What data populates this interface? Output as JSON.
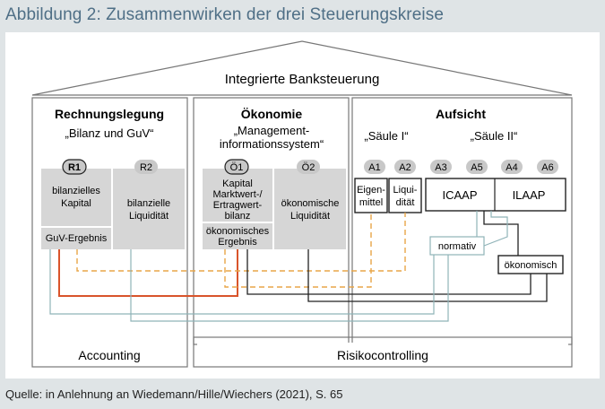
{
  "figure_title": "Abbildung 2: Zusammenwirken der drei Steuerungskreise",
  "source": "Quelle: in Anlehnung an Wiedemann/Hille/Wiechers (2021), S. 65",
  "roof_label": "Integrierte Banksteuerung",
  "pillars": {
    "accounting": {
      "title": "Rechnungslegung",
      "subtitle": "„Bilanz und GuV“",
      "footer": "Accounting",
      "r1": "R1",
      "r2": "R2",
      "r1_text": [
        "bilanzielles",
        "Kapital"
      ],
      "r1_bottom": "GuV-Ergebnis",
      "r2_text": [
        "bilanzielle",
        "Liquidität"
      ]
    },
    "economy": {
      "title": "Ökonomie",
      "subtitle": [
        "„Management-",
        "informationssystem“"
      ],
      "o1": "Ö1",
      "o2": "Ö2",
      "o1_text": [
        "Kapital",
        "Marktwert-/",
        "Ertragwert-",
        "bilanz"
      ],
      "o1_bottom": [
        "ökonomisches",
        "Ergebnis"
      ],
      "o2_text": [
        "ökonomische",
        "Liquidität"
      ]
    },
    "supervision": {
      "title": "Aufsicht",
      "pillar1": "„Säule I“",
      "pillar2": "„Säule II“",
      "badges": [
        "A1",
        "A2",
        "A3",
        "A5",
        "A4",
        "A6"
      ],
      "eigenmittel": [
        "Eigen-",
        "mittel"
      ],
      "liquiditaet": [
        "Liqui-",
        "dität"
      ],
      "icaap": "ICAAP",
      "ilaap": "ILAAP",
      "normativ": "normativ",
      "oekonomisch": "ökonomisch"
    },
    "risk_footer": "Risikocontrolling"
  },
  "colors": {
    "title_blue": "#4f6f86",
    "box_gray": "#d6d6d6",
    "badge_gray": "#c8c8c8",
    "orange_solid": "#d9542b",
    "orange_dashed": "#e8a548",
    "teal_line": "#8fb3b8",
    "dark_line": "#222222"
  }
}
